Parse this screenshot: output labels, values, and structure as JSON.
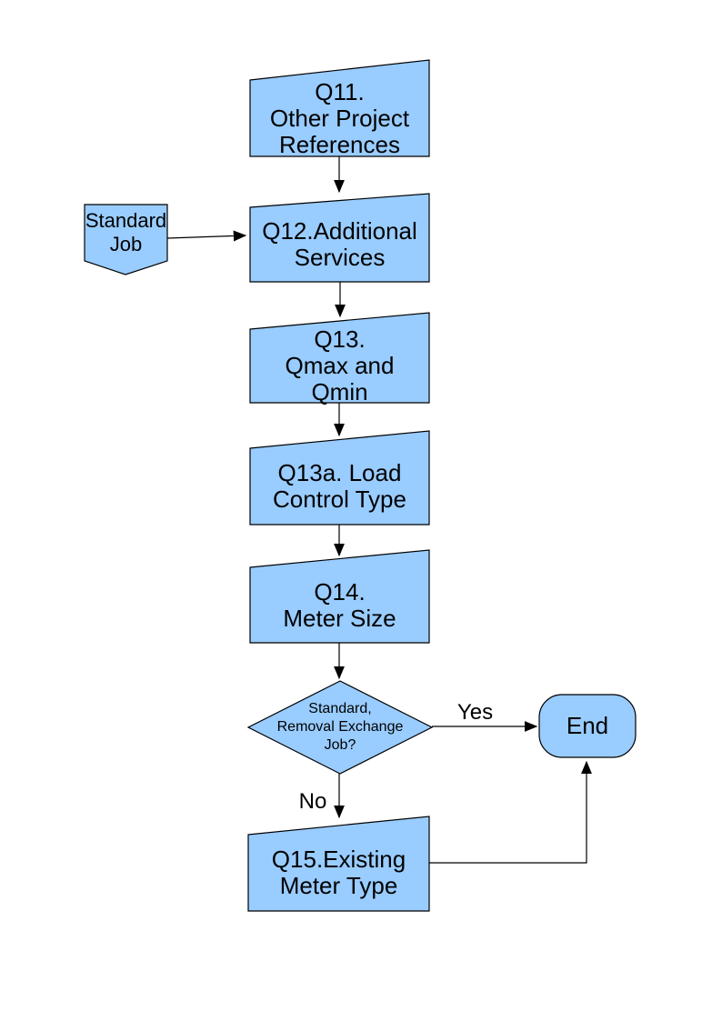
{
  "diagram": {
    "colors": {
      "page_background": "#FFFFFF",
      "node_fill": "#99CCFF",
      "node_border": "#000000",
      "line": "#000000",
      "text": "#000000"
    },
    "nodes": {
      "q11": {
        "lines": [
          "Q11.",
          "Other Project",
          "References"
        ]
      },
      "standard_job": {
        "lines": [
          "Standard",
          "Job"
        ]
      },
      "q12": {
        "lines": [
          "Q12.Additional",
          "Services"
        ]
      },
      "q13": {
        "lines": [
          "Q13.",
          "Qmax and",
          "Qmin"
        ]
      },
      "q13a": {
        "lines": [
          "Q13a. Load",
          "Control Type"
        ]
      },
      "q14": {
        "lines": [
          "Q14.",
          "Meter Size"
        ]
      },
      "decision": {
        "lines": [
          "Standard,",
          "Removal Exchange",
          "Job?"
        ]
      },
      "q15": {
        "lines": [
          "Q15.Existing",
          "Meter Type"
        ]
      },
      "end": {
        "label": "End"
      }
    },
    "edge_labels": {
      "yes": "Yes",
      "no": "No"
    }
  }
}
